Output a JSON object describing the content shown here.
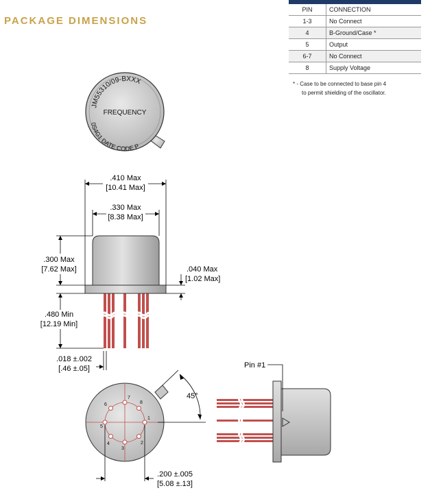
{
  "title": "PACKAGE DIMENSIONS",
  "pin_table": {
    "headers": [
      "PIN",
      "CONNECTION"
    ],
    "rows": [
      {
        "pin": "1-3",
        "connection": "No Connect"
      },
      {
        "pin": "4",
        "connection": "B-Ground/Case *"
      },
      {
        "pin": "5",
        "connection": "Output"
      },
      {
        "pin": "6-7",
        "connection": "No Connect"
      },
      {
        "pin": "8",
        "connection": "Supply Voltage"
      }
    ]
  },
  "note": {
    "line1": "* - Case to be connected to base pin 4",
    "line2": "to permit shielding of the oscillator."
  },
  "top_view": {
    "part_number": "JM55310/09-BXXX",
    "frequency": "FREQUENCY",
    "bottom_marking": "0S4G1  DATE CODE P"
  },
  "dimensions": {
    "width_max": ".410 Max",
    "width_max_mm": "[10.41 Max]",
    "body_max": ".330 Max",
    "body_max_mm": "[8.38 Max]",
    "height_max": ".300 Max",
    "height_max_mm": "[7.62 Max]",
    "flange_max": ".040 Max",
    "flange_max_mm": "[1.02 Max]",
    "lead_min": ".480 Min",
    "lead_min_mm": "[12.19 Min]",
    "lead_dia": ".018 ±.002",
    "lead_dia_mm": "[.46 ±.05]",
    "pin_spacing": ".200 ±.005",
    "pin_spacing_mm": "[5.08 ±.13]",
    "angle": "45°"
  },
  "pin1_label": "Pin #1",
  "pin_numbers": [
    "1",
    "2",
    "3",
    "4",
    "5",
    "6",
    "7",
    "8"
  ],
  "colors": {
    "title": "#c9a24a",
    "table_header_bar": "#1f3a66",
    "can_fill": "#c8c8c8",
    "lead_color": "#c0504d",
    "line": "#000000"
  }
}
